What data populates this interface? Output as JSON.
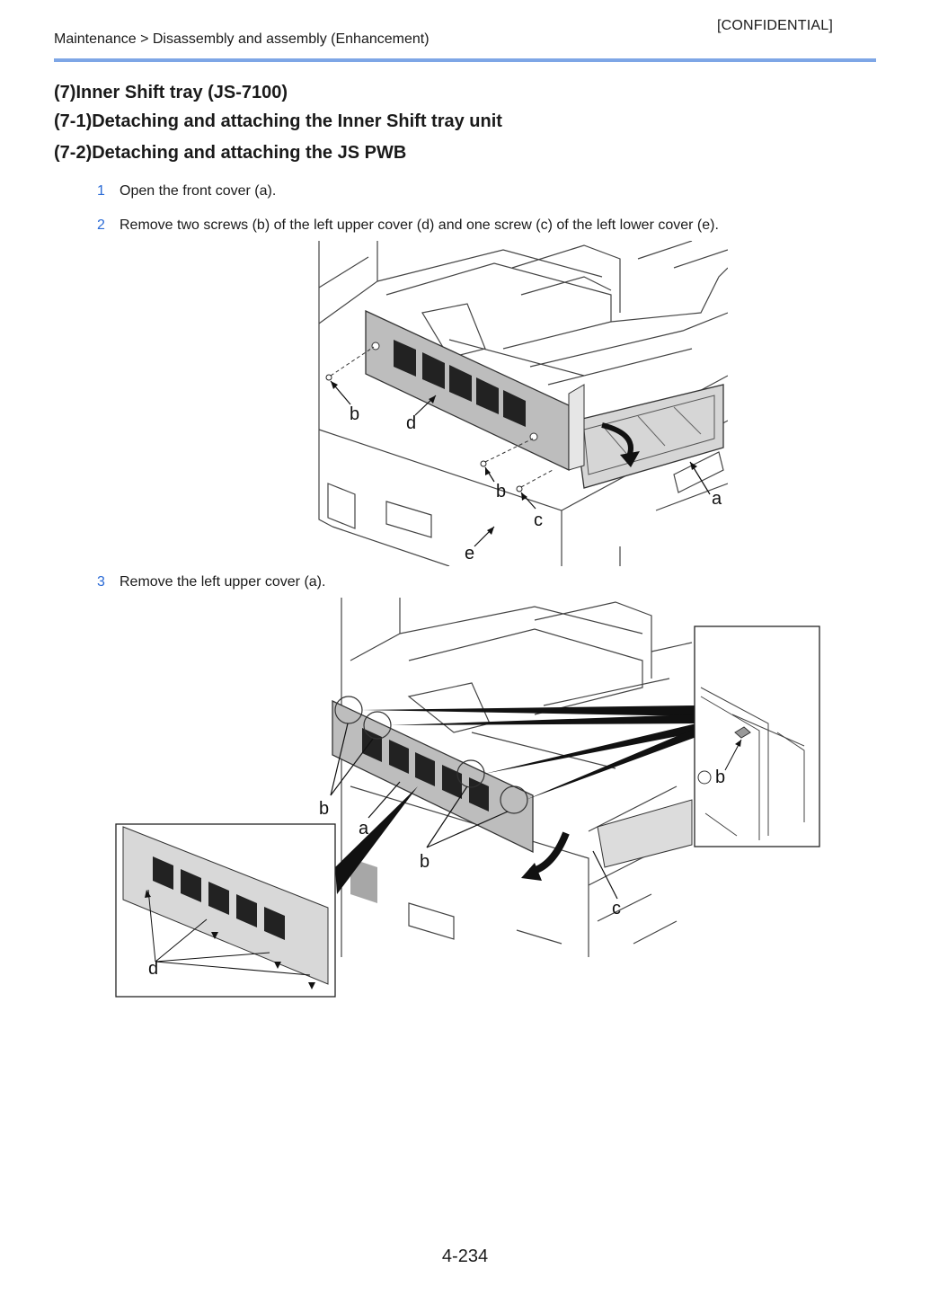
{
  "header": {
    "confidential": "[CONFIDENTIAL]",
    "breadcrumb": "Maintenance > Disassembly and assembly (Enhancement)"
  },
  "headings": [
    "(7)Inner Shift tray (JS-7100)",
    "(7-1)Detaching and attaching the Inner Shift tray unit",
    "(7-2)Detaching and attaching the JS PWB"
  ],
  "steps": [
    {
      "num": "1",
      "text": "Open the front cover (a)."
    },
    {
      "num": "2",
      "text": "Remove two screws (b) of the left upper cover (d) and one screw (c) of the left lower cover (e)."
    },
    {
      "num": "3",
      "text": "Remove the left upper cover (a)."
    }
  ],
  "figure1": {
    "labels": [
      "b",
      "d",
      "b",
      "c",
      "a",
      "e"
    ]
  },
  "figure2": {
    "labels": [
      "b",
      "a",
      "b",
      "c",
      "b",
      "d"
    ]
  },
  "footer": {
    "page_number": "4-234"
  }
}
